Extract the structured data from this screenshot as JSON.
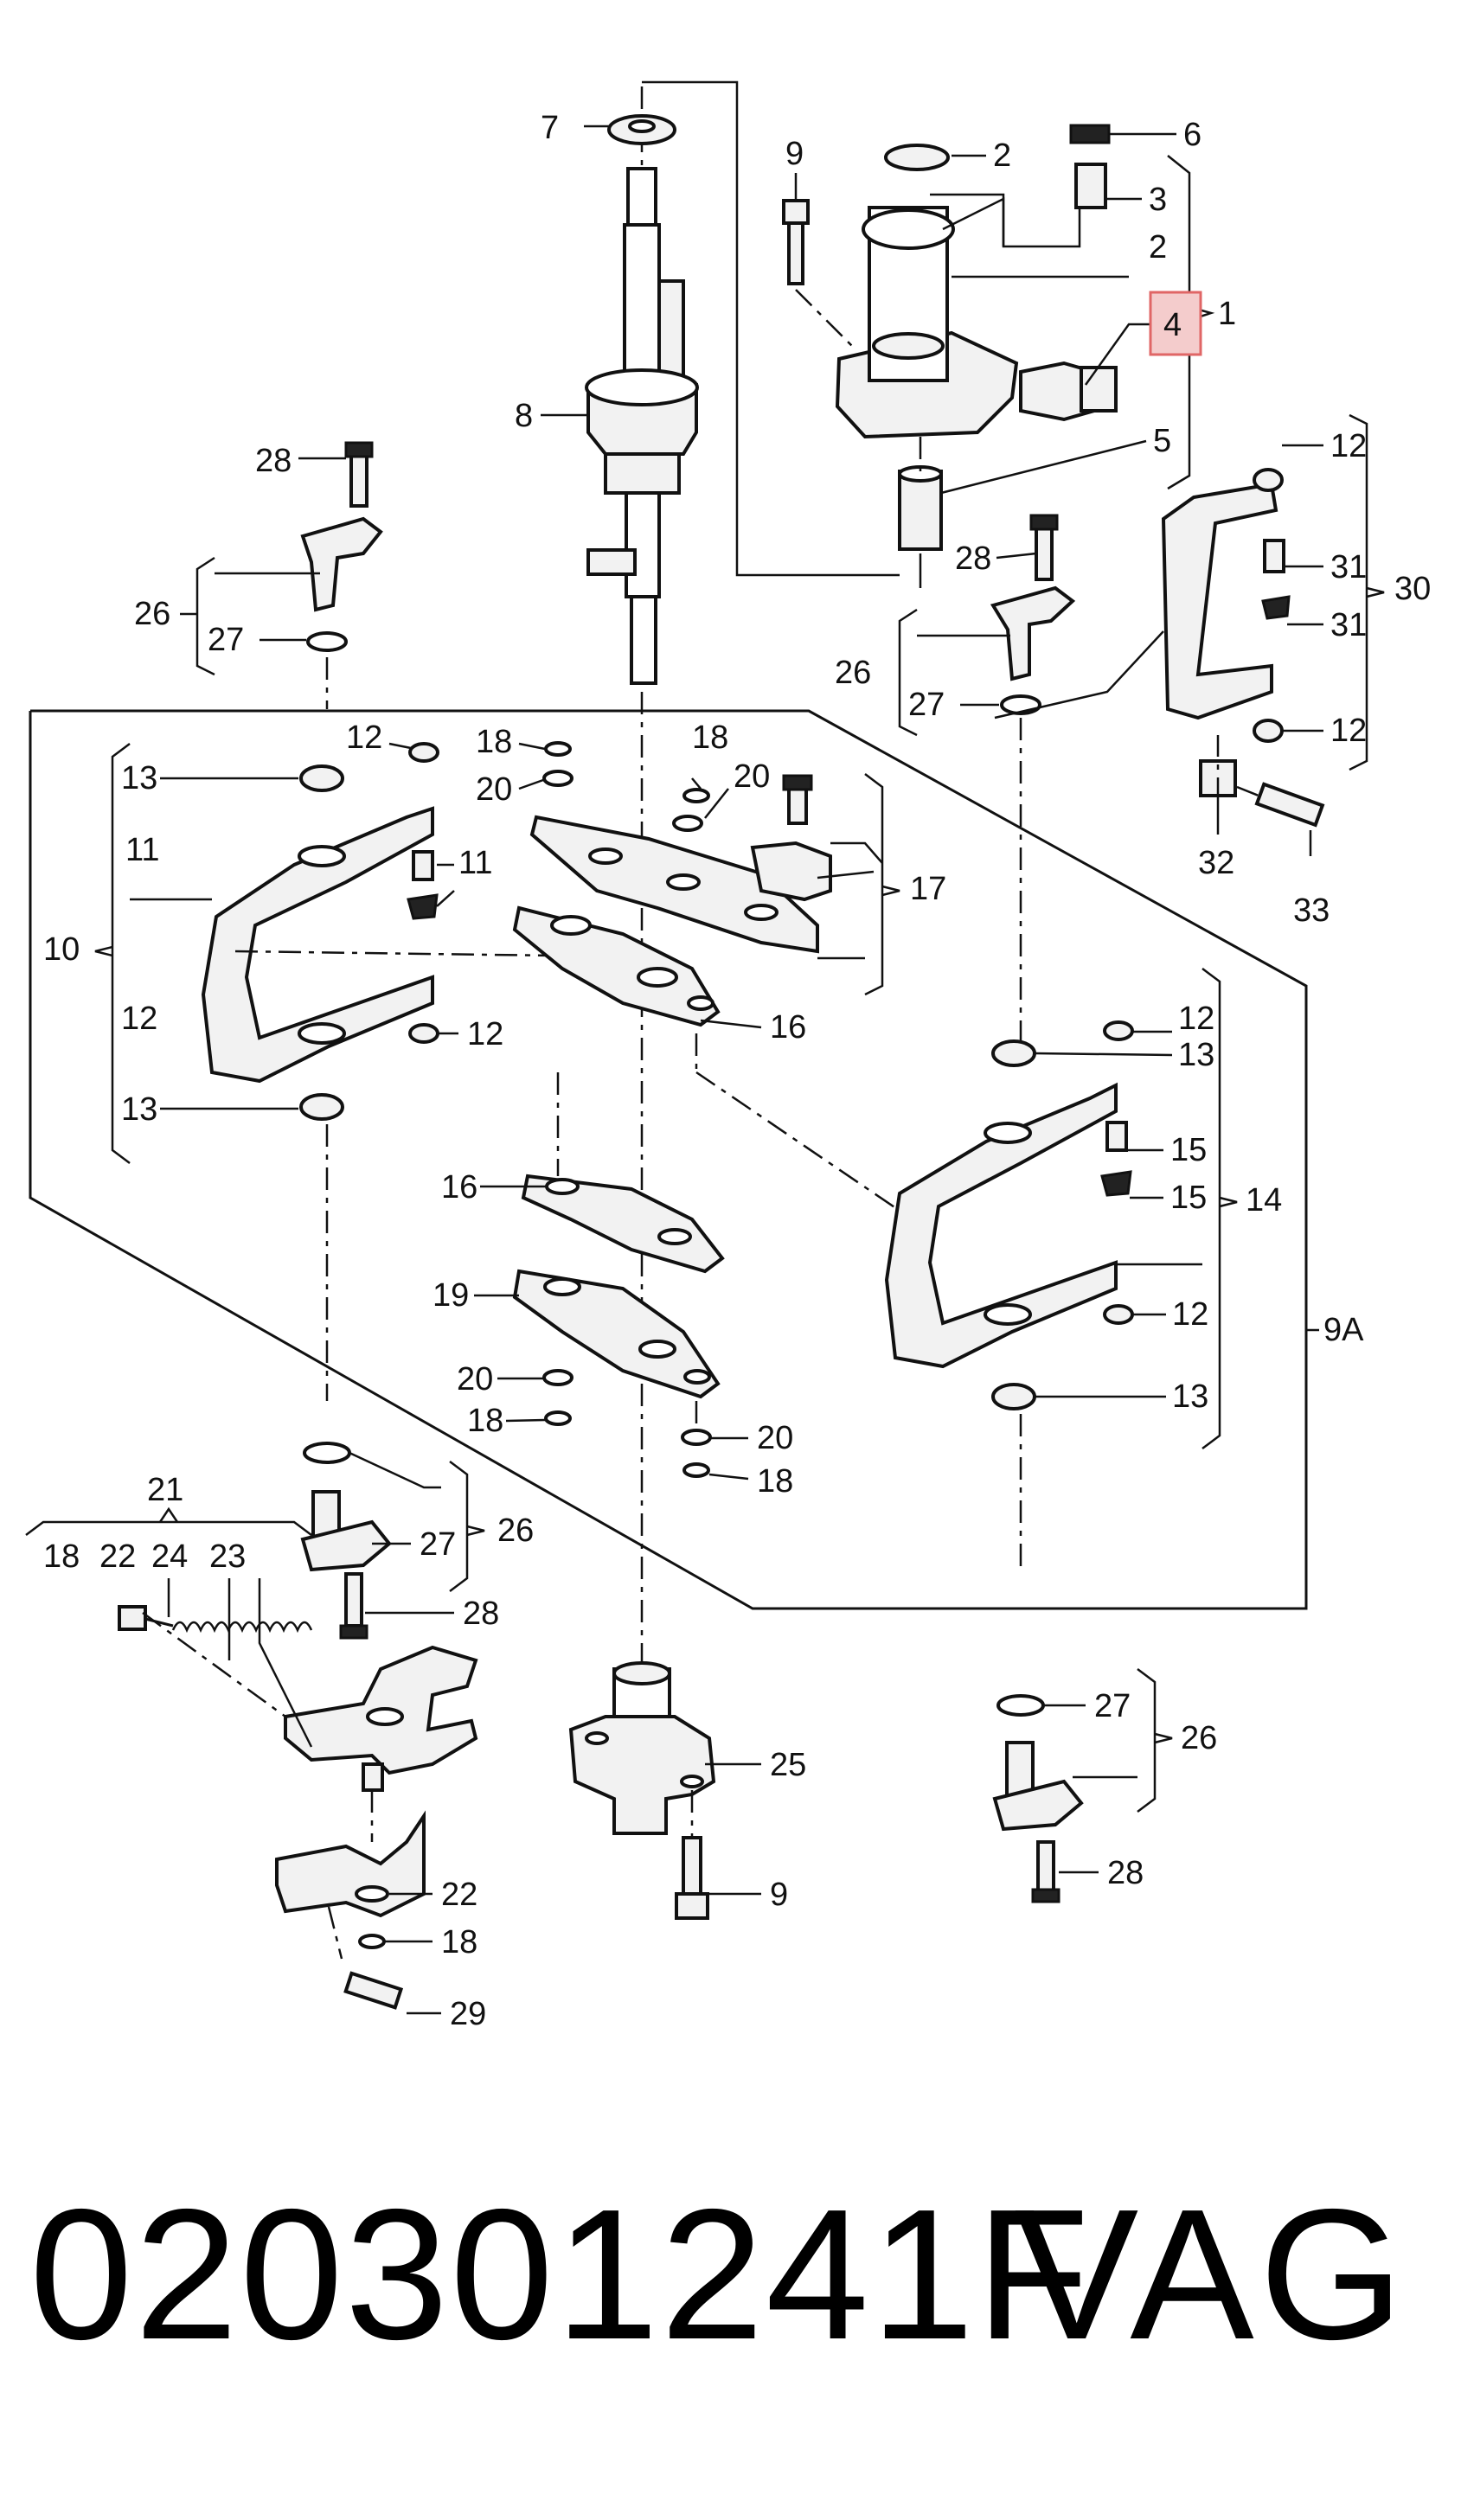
{
  "callouts": [
    {
      "id": "c7",
      "label": "7"
    },
    {
      "id": "c9a",
      "label": "9"
    },
    {
      "id": "c2a",
      "label": "2"
    },
    {
      "id": "c6",
      "label": "6"
    },
    {
      "id": "c3",
      "label": "3"
    },
    {
      "id": "c2b",
      "label": "2"
    },
    {
      "id": "c4",
      "label": "4"
    },
    {
      "id": "c1",
      "label": "1"
    },
    {
      "id": "c5",
      "label": "5"
    },
    {
      "id": "c8",
      "label": "8"
    },
    {
      "id": "c28a",
      "label": "28"
    },
    {
      "id": "c26a",
      "label": "26"
    },
    {
      "id": "c27a",
      "label": "27"
    },
    {
      "id": "c28b",
      "label": "28"
    },
    {
      "id": "c26b",
      "label": "26"
    },
    {
      "id": "c27b",
      "label": "27"
    },
    {
      "id": "c12a",
      "label": "12"
    },
    {
      "id": "c31a",
      "label": "31"
    },
    {
      "id": "c30",
      "label": "30"
    },
    {
      "id": "c31b",
      "label": "31"
    },
    {
      "id": "c12b",
      "label": "12"
    },
    {
      "id": "c32",
      "label": "32"
    },
    {
      "id": "c33",
      "label": "33"
    },
    {
      "id": "c13a",
      "label": "13"
    },
    {
      "id": "c12c",
      "label": "12"
    },
    {
      "id": "c18a",
      "label": "18"
    },
    {
      "id": "c20a",
      "label": "20"
    },
    {
      "id": "c18b",
      "label": "18"
    },
    {
      "id": "c20b",
      "label": "20"
    },
    {
      "id": "c11a",
      "label": "11"
    },
    {
      "id": "c11b",
      "label": "11"
    },
    {
      "id": "c10",
      "label": "10"
    },
    {
      "id": "c12d",
      "label": "12"
    },
    {
      "id": "c12e",
      "label": "12"
    },
    {
      "id": "c13b",
      "label": "13"
    },
    {
      "id": "c17",
      "label": "17"
    },
    {
      "id": "c16a",
      "label": "16"
    },
    {
      "id": "c12f",
      "label": "12"
    },
    {
      "id": "c13c",
      "label": "13"
    },
    {
      "id": "c15a",
      "label": "15"
    },
    {
      "id": "c15b",
      "label": "15"
    },
    {
      "id": "c14",
      "label": "14"
    },
    {
      "id": "c12g",
      "label": "12"
    },
    {
      "id": "c13d",
      "label": "13"
    },
    {
      "id": "c9A",
      "label": "9A"
    },
    {
      "id": "c16b",
      "label": "16"
    },
    {
      "id": "c19",
      "label": "19"
    },
    {
      "id": "c20c",
      "label": "20"
    },
    {
      "id": "c18c",
      "label": "18"
    },
    {
      "id": "c20d",
      "label": "20"
    },
    {
      "id": "c18d",
      "label": "18"
    },
    {
      "id": "c21",
      "label": "21"
    },
    {
      "id": "c18e",
      "label": "18"
    },
    {
      "id": "c22a",
      "label": "22"
    },
    {
      "id": "c24",
      "label": "24"
    },
    {
      "id": "c23",
      "label": "23"
    },
    {
      "id": "c27c",
      "label": "27"
    },
    {
      "id": "c26c",
      "label": "26"
    },
    {
      "id": "c28c",
      "label": "28"
    },
    {
      "id": "c25",
      "label": "25"
    },
    {
      "id": "c27d",
      "label": "27"
    },
    {
      "id": "c26d",
      "label": "26"
    },
    {
      "id": "c9b",
      "label": "9"
    },
    {
      "id": "c28d",
      "label": "28"
    },
    {
      "id": "c22b",
      "label": "22"
    },
    {
      "id": "c18f",
      "label": "18"
    },
    {
      "id": "c29",
      "label": "29"
    }
  ],
  "highlight": {
    "label": "4",
    "border_color": "#e06666",
    "fill_color": "#f4cccc"
  },
  "footer": {
    "part_number": "020301241F",
    "brand": "VAG"
  }
}
